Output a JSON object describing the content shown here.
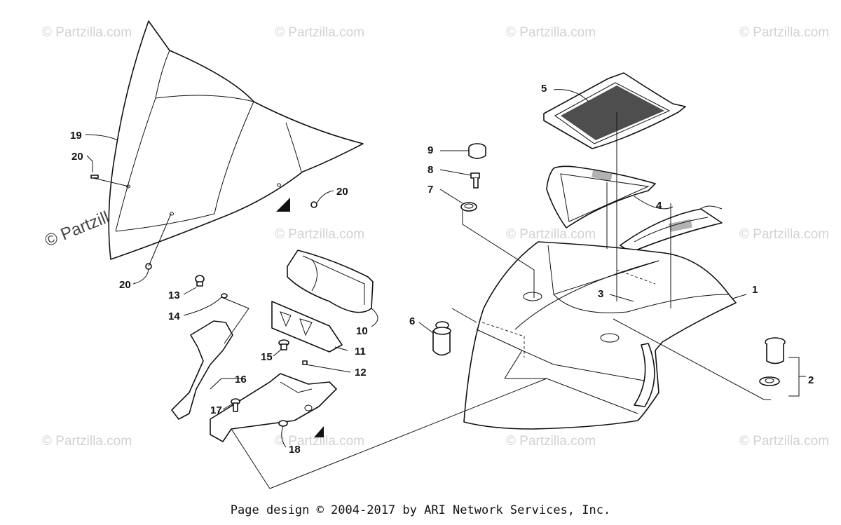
{
  "watermark_text": "© Partzilla.com",
  "callouts": [
    "1",
    "2",
    "3",
    "4",
    "5",
    "6",
    "7",
    "8",
    "9",
    "10",
    "11",
    "12",
    "13",
    "14",
    "15",
    "16",
    "17",
    "18",
    "19",
    "20"
  ],
  "footer": "Page design © 2004-2017 by ARI Network Services, Inc."
}
